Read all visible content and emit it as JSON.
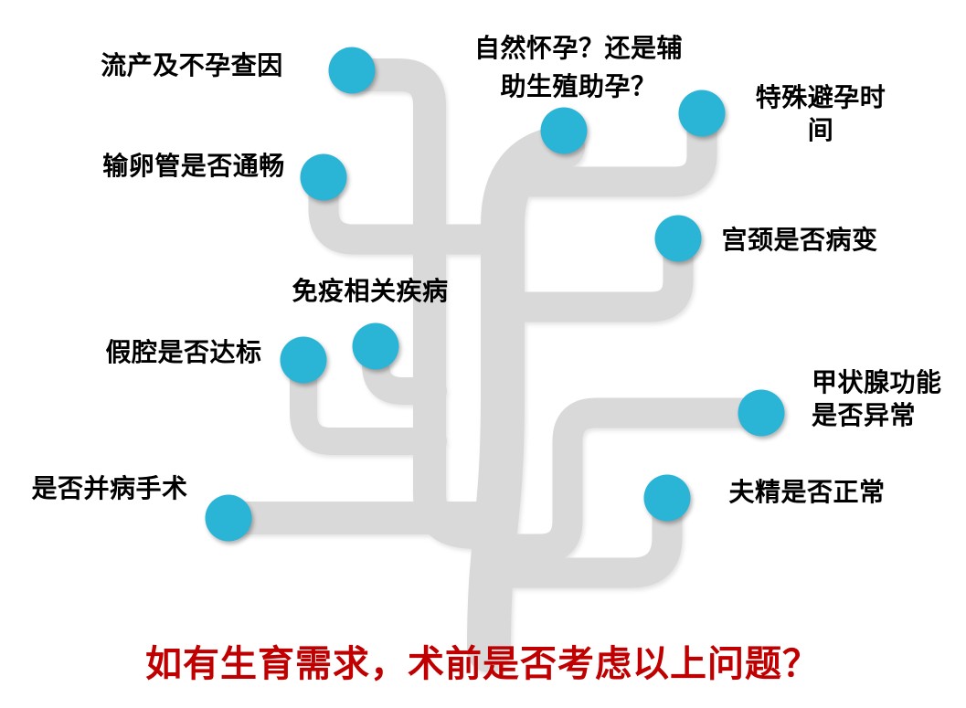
{
  "diagram": {
    "headline": "如有生育需求，术前是否考虑以上问题？",
    "nodes": [
      {
        "id": "miscarriage-infertility-workup",
        "label": "流产及不孕查因"
      },
      {
        "id": "tubal-patency",
        "label": "输卵管是否通畅"
      },
      {
        "id": "natural-vs-assisted-conception",
        "label": "自然怀孕？还是辅\n助生殖助孕？"
      },
      {
        "id": "special-contraception-time",
        "label": "特殊避孕时间"
      },
      {
        "id": "cervical-lesion",
        "label": "宫颈是否病变"
      },
      {
        "id": "immune-related-disease",
        "label": "免疫相关疾病"
      },
      {
        "id": "false-cavity-standard",
        "label": "假腔是否达标"
      },
      {
        "id": "thyroid-function",
        "label": "甲状腺功能\n是否异常"
      },
      {
        "id": "husband-semen-normal",
        "label": "夫精是否正常"
      },
      {
        "id": "comorbid-surgery",
        "label": "是否并病手术"
      }
    ],
    "colors": {
      "node": "#2AB4D6",
      "branch": "#D9D9D9",
      "label": "#000000",
      "headline": "#C00000",
      "background": "#FFFFFF"
    }
  }
}
